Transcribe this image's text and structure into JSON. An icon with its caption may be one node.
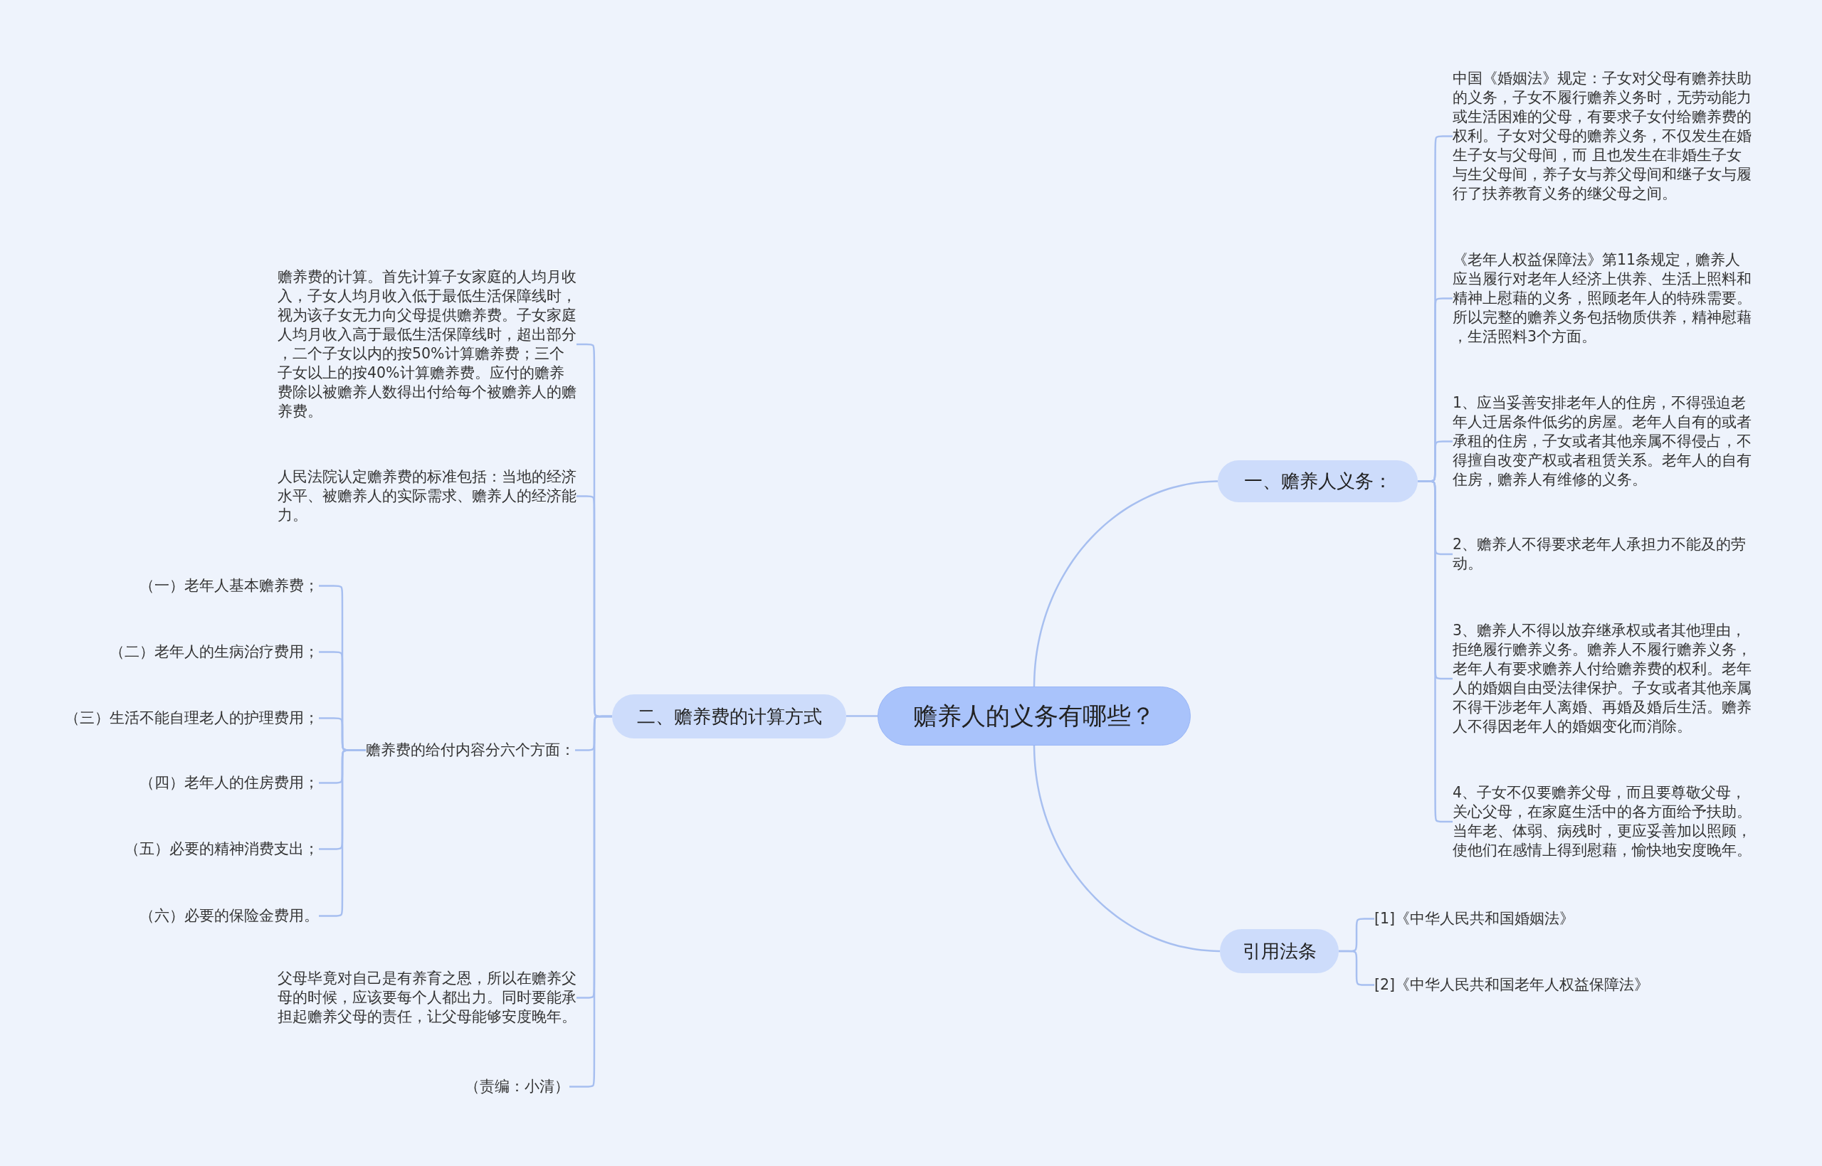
{
  "diagram": {
    "nodes": [
      {
        "text": [
          "赡养人的义务有哪些？"
        ]
      },
      {
        "text": [
          "一、赡养人义务："
        ]
      },
      {
        "text": [
          "中国《婚姻法》规定：子女对父母有赡养扶助的义务，子女不履行赡养义务时，无劳动能力或生活困难的父母，有要求子女付给赡养费的权利。子女对父母的赡养义务，不仅发生在婚生子女与父母间，而 且也发生在非婚生子女与生父母间，养子女与养父母间和继子女与履行了扶养教育义务的继父母之间。"
        ]
      },
      {
        "text": [
          "《老年人权益保障法》第11条规定，赡养人应当履行对老年人经济上供养、生活上照料和精神上慰藉的义务，照顾老年人的特殊需要。所以完整的赡养义务包括物质供养，精神慰藉，生活照料3个方面。"
        ]
      },
      {
        "text": [
          "1、应当妥善安排老年人的住房，不得强迫老年人迁居条件低劣的房屋。老年人自有的或者承租的住房，子女或者其他亲属不得侵占，不得擅自改变产权或者租赁关系。老年人的自有住房，赡养人有维修的义务。"
        ]
      },
      {
        "text": [
          "2、赡养人不得要求老年人承担力不能及的劳动。"
        ]
      },
      {
        "text": [
          "3、赡养人不得以放弃继承权或者其他理由，拒绝履行赡养义务。赡养人不履行赡养义务，老年人有要求赡养人付给赡养费的权利。老年人的婚姻自由受法律保护。子女或者其他亲属不得干涉老年人离婚、再婚及婚后生活。赡养人不得因老年人的婚姻变化而消除。"
        ]
      },
      {
        "text": [
          "4、子女不仅要赡养父母，而且要尊敬父母，关心父母，在家庭生活中的各方面给予扶助。当年老、体弱、病残时，更应妥善加以照顾，使他们在感情上得到慰藉，愉快地安度晚年。"
        ]
      },
      {
        "text": [
          "引用法条"
        ]
      },
      {
        "text": [
          "[1]《中华人民共和国婚姻法》"
        ]
      },
      {
        "text": [
          "[2]《中华人民共和国老年人权益保障法》"
        ]
      },
      {
        "text": [
          "二、赡养费的计算方式"
        ]
      },
      {
        "text": [
          "赡养费的计算。首先计算子女家庭的人均月收入，子女人均月收入低于最低生活保障线时，视为该子女无力向父母提供赡养费。子女家庭人均月收入高于最低生活保障线时，超出部分，二个子女以内的按50%计算赡养费；三个子女以上的按40%计算赡养费。应付的赡养费除以被赡养人数得出付给每个被赡养人的赡养费。"
        ]
      },
      {
        "text": [
          "人民法院认定赡养费的标准包括：当地的经济水平、被赡养人的实际需求、赡养人的经济能力。"
        ]
      },
      {
        "text": [
          "赡养费的给付内容分六个方面："
        ]
      },
      {
        "text": [
          "（一）老年人基本赡养费；"
        ]
      },
      {
        "text": [
          "（二）老年人的生病治疗费用；"
        ]
      },
      {
        "text": [
          "（三）生活不能自理老人的护理费用；"
        ]
      },
      {
        "text": [
          "（四）老年人的住房费用；"
        ]
      },
      {
        "text": [
          "（五）必要的精神消费支出；"
        ]
      },
      {
        "text": [
          "（六）必要的保险金费用。"
        ]
      },
      {
        "text": [
          "父母毕竟对自己是有养育之恩，所以在赡养父母的时候，应该要每个人都出力。同时要能承担起赡养父母的责任，让父母能够安度晚年。"
        ]
      },
      {
        "text": [
          "（责编：小清）"
        ]
      }
    ],
    "edges": [
      {
        "from": 0,
        "to": 1,
        "arrow": "none"
      },
      {
        "from": 1,
        "to": 2,
        "arrow": "none"
      },
      {
        "from": 1,
        "to": 3,
        "arrow": "none"
      },
      {
        "from": 1,
        "to": 4,
        "arrow": "none"
      },
      {
        "from": 1,
        "to": 5,
        "arrow": "none"
      },
      {
        "from": 1,
        "to": 6,
        "arrow": "none"
      },
      {
        "from": 1,
        "to": 7,
        "arrow": "none"
      },
      {
        "from": 0,
        "to": 8,
        "arrow": "none"
      },
      {
        "from": 8,
        "to": 9,
        "arrow": "none"
      },
      {
        "from": 8,
        "to": 10,
        "arrow": "none"
      },
      {
        "from": 0,
        "to": 11,
        "arrow": "none"
      },
      {
        "from": 11,
        "to": 12,
        "arrow": "none"
      },
      {
        "from": 11,
        "to": 13,
        "arrow": "none"
      },
      {
        "from": 11,
        "to": 14,
        "arrow": "none"
      },
      {
        "from": 14,
        "to": 15,
        "arrow": "none"
      },
      {
        "from": 14,
        "to": 16,
        "arrow": "none"
      },
      {
        "from": 14,
        "to": 17,
        "arrow": "none"
      },
      {
        "from": 14,
        "to": 18,
        "arrow": "none"
      },
      {
        "from": 14,
        "to": 19,
        "arrow": "none"
      },
      {
        "from": 14,
        "to": 20,
        "arrow": "none"
      },
      {
        "from": 11,
        "to": 21,
        "arrow": "none"
      },
      {
        "from": 11,
        "to": 22,
        "arrow": "none"
      }
    ]
  }
}
